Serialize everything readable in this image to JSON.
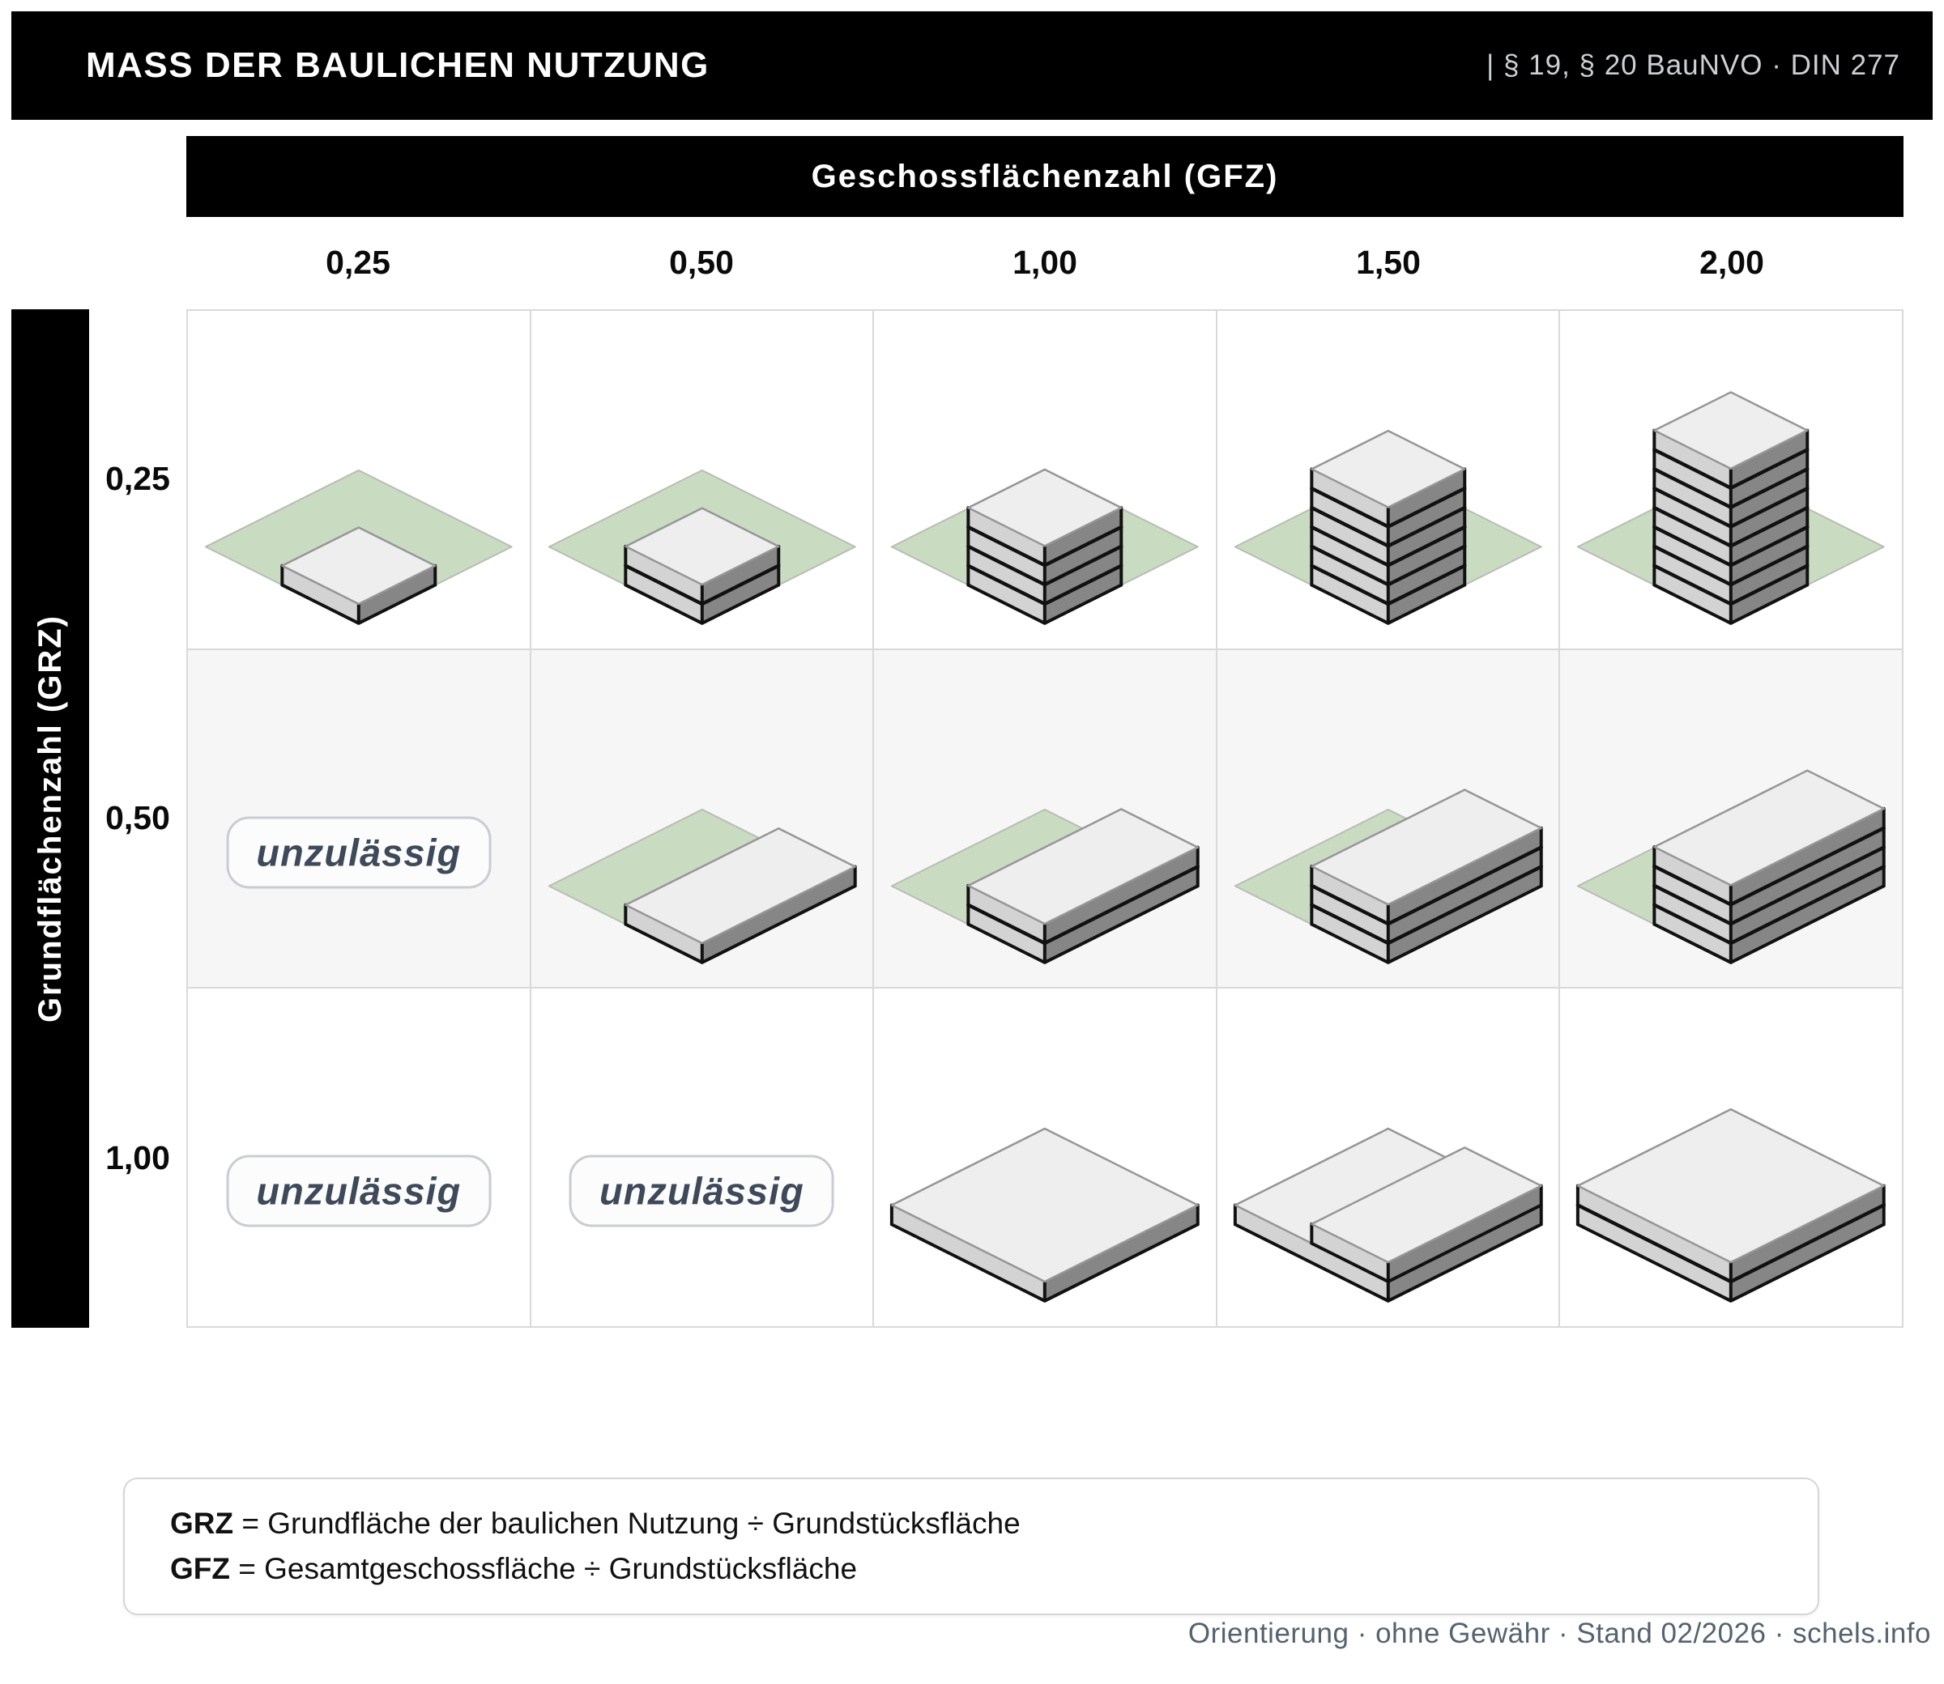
{
  "title_bar": {
    "title": "MASS DER BAULICHEN NUTZUNG",
    "reference": "| § 19, § 20 BauNVO · DIN 277"
  },
  "axes": {
    "column_header": "Geschossflächenzahl (GFZ)",
    "row_header": "Grundflächenzahl (GRZ)",
    "gfz_values": [
      "0,25",
      "0,50",
      "1,00",
      "1,50",
      "2,00"
    ],
    "grz_values": [
      "0,25",
      "0,50",
      "1,00"
    ]
  },
  "forbidden_label": "unzulässig",
  "matrix": {
    "rows": [
      {
        "grz": "0,25",
        "cells": [
          {
            "kind": "building",
            "footprint": "quarter",
            "floors": 1,
            "plot": true
          },
          {
            "kind": "building",
            "footprint": "quarter",
            "floors": 2,
            "plot": true
          },
          {
            "kind": "building",
            "footprint": "quarter",
            "floors": 4,
            "plot": true
          },
          {
            "kind": "building",
            "footprint": "quarter",
            "floors": 6,
            "plot": true
          },
          {
            "kind": "building",
            "footprint": "quarter",
            "floors": 8,
            "plot": true
          }
        ]
      },
      {
        "grz": "0,50",
        "cells": [
          {
            "kind": "forbidden"
          },
          {
            "kind": "building",
            "footprint": "half",
            "floors": 1,
            "plot": true
          },
          {
            "kind": "building",
            "footprint": "half",
            "floors": 2,
            "plot": true
          },
          {
            "kind": "building",
            "footprint": "half",
            "floors": 3,
            "plot": true
          },
          {
            "kind": "building",
            "footprint": "half",
            "floors": 4,
            "plot": true
          }
        ]
      },
      {
        "grz": "1,00",
        "cells": [
          {
            "kind": "forbidden"
          },
          {
            "kind": "forbidden"
          },
          {
            "kind": "building",
            "footprint": "full",
            "floors": 1,
            "plot": false
          },
          {
            "kind": "building",
            "footprint": "full",
            "floors": 1,
            "plot": false,
            "upper": {
              "footprint": "half",
              "floors": 1
            }
          },
          {
            "kind": "building",
            "footprint": "full",
            "floors": 2,
            "plot": false
          }
        ]
      }
    ]
  },
  "legend": {
    "lines": [
      {
        "abbr": "GRZ",
        "rest": " = Grundfläche der baulichen Nutzung ÷ Grundstücksfläche"
      },
      {
        "abbr": "GFZ",
        "rest": " = Gesamtgeschossfläche ÷ Grundstücksfläche"
      }
    ]
  },
  "footer": "Orientierung · ohne Gewähr · Stand 02/2026 · schels.info",
  "colors": {
    "plot_green": "#c9dcc2",
    "plot_stroke": "#b8bdb2",
    "face_top": "#eeeeee",
    "face_top_stroke": "#969696",
    "face_left": "#d3d3d3",
    "face_right": "#868686",
    "outline": "#111111",
    "row_alt_bg": "#f6f6f7",
    "grid_line": "#d9d9d9",
    "forbidden_text": "#3e4a59",
    "footer_text": "#55626f"
  }
}
